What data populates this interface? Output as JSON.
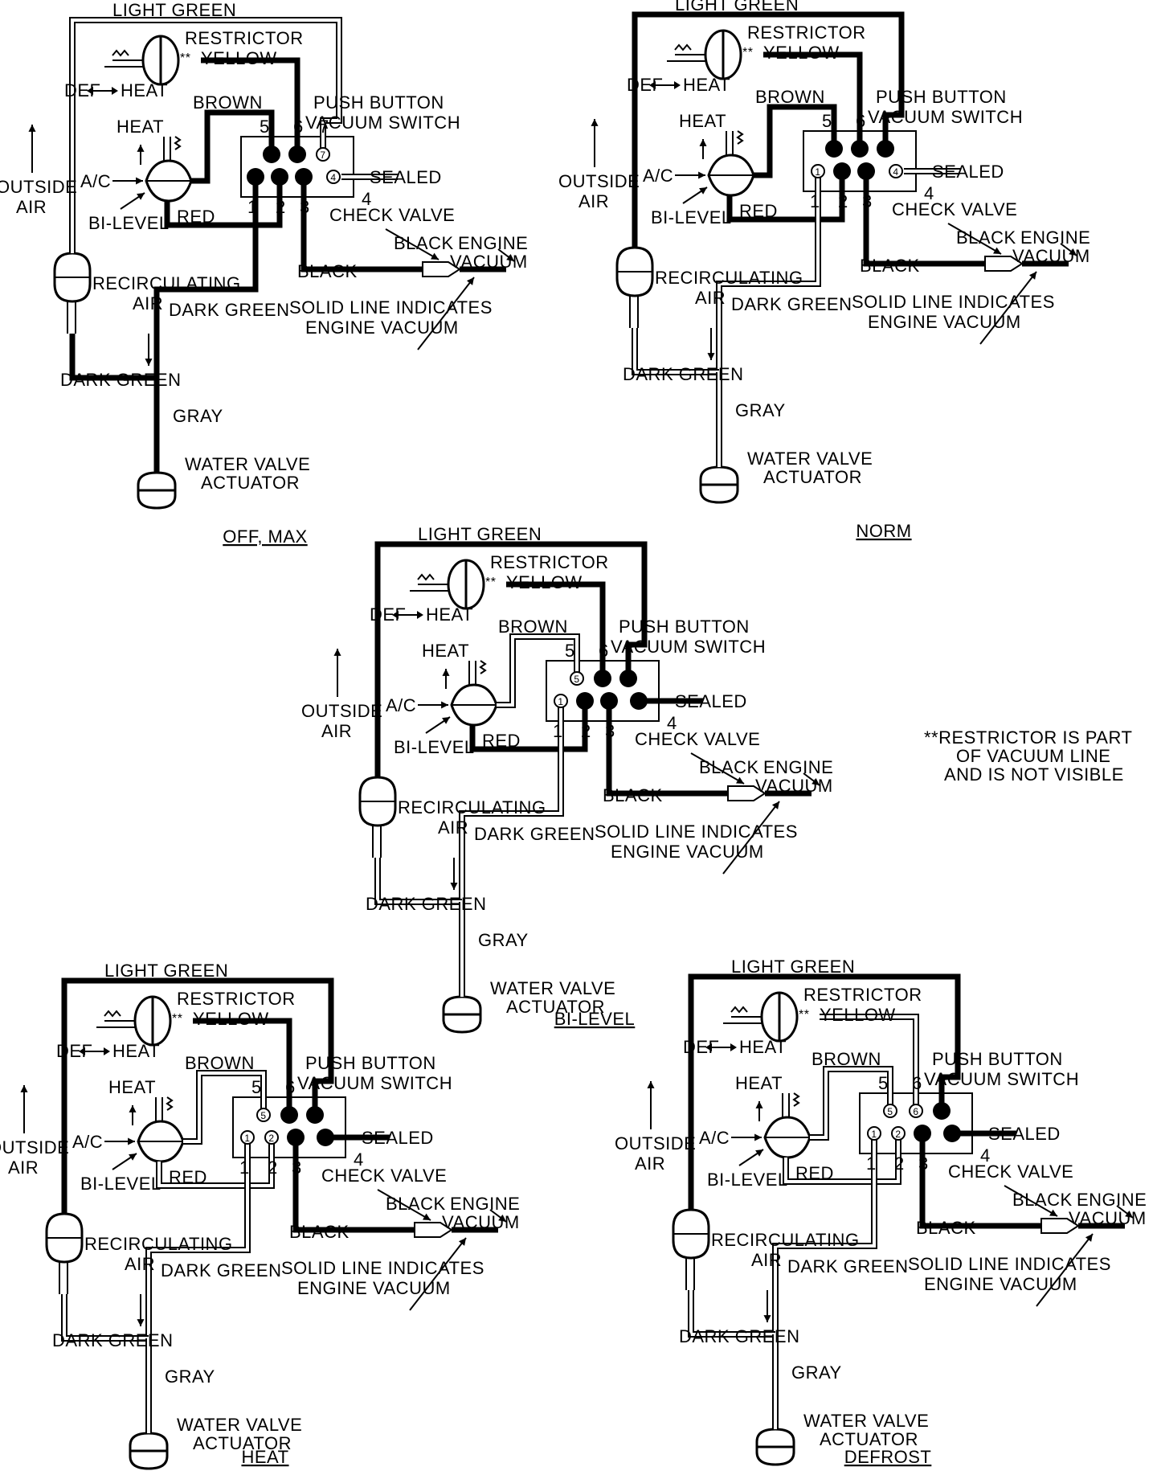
{
  "labels": {
    "light_green": "LIGHT GREEN",
    "restrictor": "RESTRICTOR",
    "yellow": "YELLOW",
    "def_heat_def": "DEF",
    "def_heat_heat": "HEAT",
    "brown": "BROWN",
    "push_button": "PUSH BUTTON",
    "vacuum_switch": "VACUUM SWITCH",
    "sealed": "SEALED",
    "heat": "HEAT",
    "outside": "OUTSIDE",
    "air": "AIR",
    "ac": "A/C",
    "bilevel": "BI-LEVEL",
    "red": "RED",
    "check_valve": "CHECK VALVE",
    "black": "BLACK",
    "engine": "ENGINE",
    "vacuum": "VACUUM",
    "recirculating": "RECIRCULATING",
    "dark_green": "DARK GREEN",
    "solid_line_1": "SOLID LINE INDICATES",
    "solid_line_2": "ENGINE VACUUM",
    "gray": "GRAY",
    "water_valve": "WATER VALVE",
    "actuator": "ACTUATOR",
    "port_numbers": [
      "1",
      "2",
      "3",
      "4",
      "5",
      "6",
      "7"
    ],
    "restrictor_mark": "**"
  },
  "panels": [
    {
      "mode": "OFF, MAX"
    },
    {
      "mode": "NORM"
    },
    {
      "mode": "BI-LEVEL"
    },
    {
      "mode": "HEAT"
    },
    {
      "mode": "DEFROST"
    }
  ],
  "note": [
    "**RESTRICTOR IS PART",
    "OF VACUUM LINE",
    "AND IS NOT VISIBLE"
  ]
}
